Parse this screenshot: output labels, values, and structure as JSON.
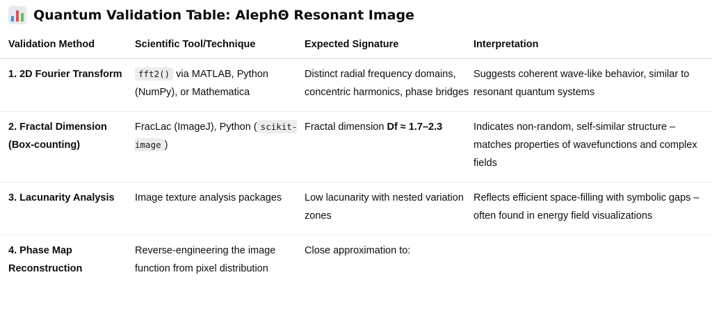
{
  "document": {
    "title_icon": "bar-chart-icon",
    "title": "Quantum Validation Table: AlephΘ Resonant Image"
  },
  "table": {
    "headers": [
      "Validation Method",
      "Scientific Tool/Technique",
      "Expected Signature",
      "Interpretation"
    ],
    "rows": [
      {
        "method": "1. 2D Fourier Transform",
        "tool_code": "fft2()",
        "tool_text": " via MATLAB, Python (NumPy), or Mathematica",
        "signature": "Distinct radial frequency domains, concentric harmonics, phase bridges",
        "interpretation": "Suggests coherent wave-like behavior, similar to resonant quantum systems"
      },
      {
        "method": "2. Fractal Dimension (Box-counting)",
        "tool_text": "FracLac (ImageJ), Python (",
        "tool_code": "scikit-image",
        "tool_text_after": ")",
        "signature_prefix": "Fractal dimension ",
        "signature_bold": "Df ≈ 1.7–2.3",
        "interpretation": "Indicates non-random, self-similar structure – matches properties of wavefunctions and complex fields"
      },
      {
        "method": "3. Lacunarity Analysis",
        "tool_text": "Image texture analysis packages",
        "signature": "Low lacunarity with nested variation zones",
        "interpretation": "Reflects efficient space-filling with symbolic gaps – often found in energy field visualizations"
      },
      {
        "method": "4. Phase Map Reconstruction",
        "tool_text": "Reverse-engineering the image function from pixel distribution",
        "signature": "Close approximation to:",
        "interpretation": ""
      }
    ]
  }
}
